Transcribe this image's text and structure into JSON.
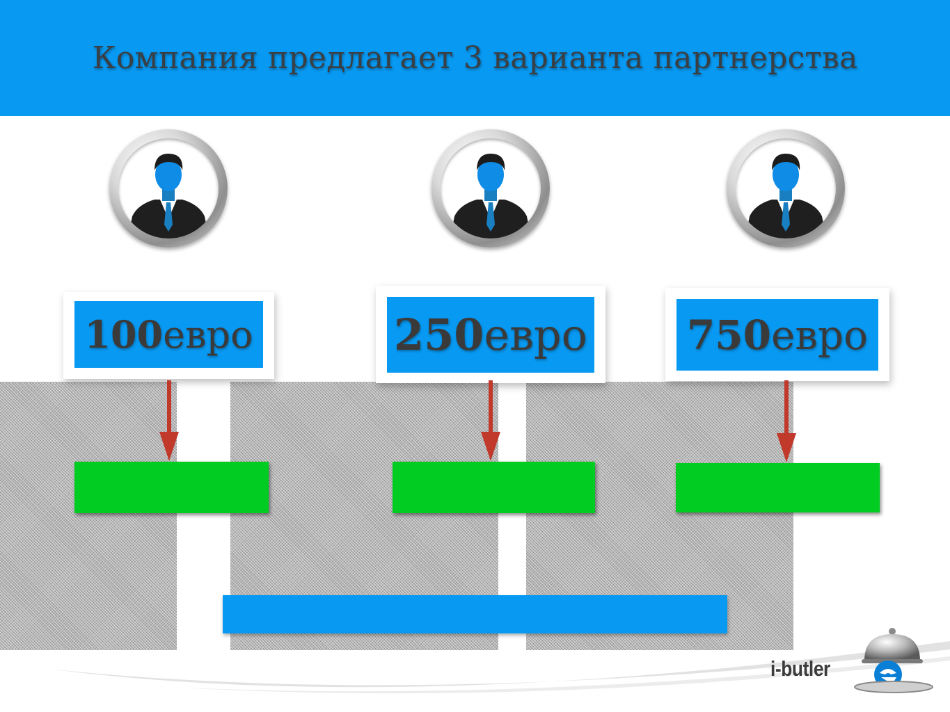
{
  "header": {
    "title": "Компания предлагает 3 варианта партнерства"
  },
  "colors": {
    "header_blue": "#0899f2",
    "price_blue": "#0899f2",
    "option_green": "#00cc22",
    "arrow_red": "#c0392b",
    "title_text": "#3a3f44"
  },
  "options": [
    {
      "amount": "100",
      "currency": "евро",
      "icon": "businessman-icon"
    },
    {
      "amount": "250",
      "currency": "евро",
      "icon": "businessman-icon"
    },
    {
      "amount": "750",
      "currency": "евро",
      "icon": "businessman-icon"
    }
  ],
  "logo": {
    "text": "i-butler",
    "icon": "cloche-icon"
  }
}
